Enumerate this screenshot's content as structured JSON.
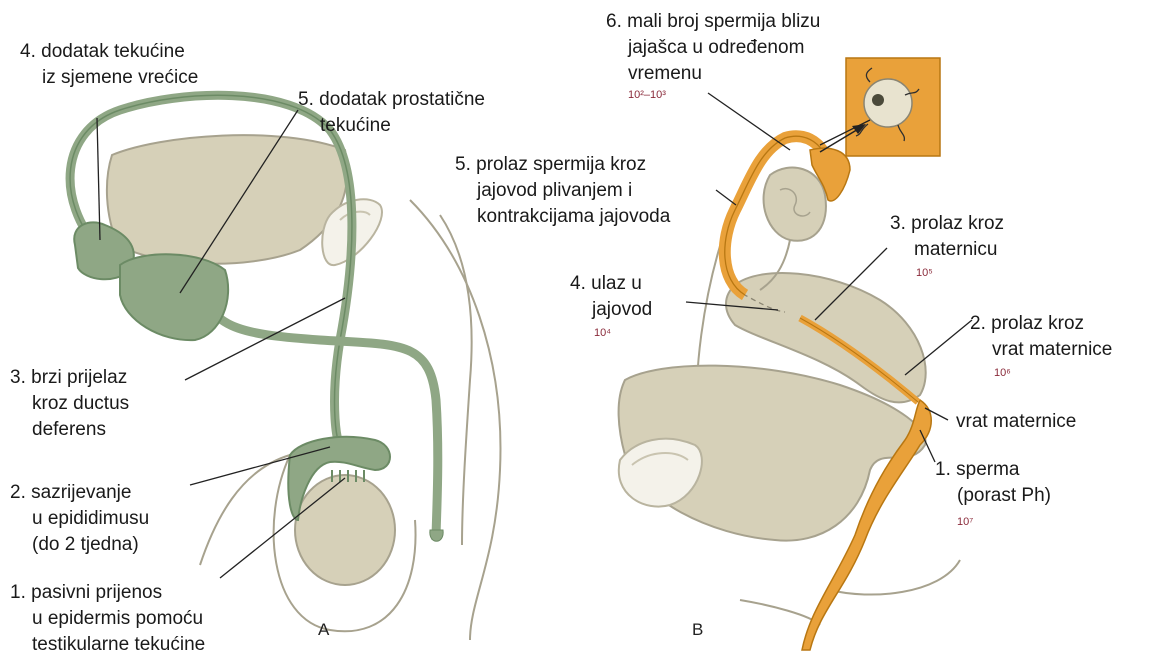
{
  "panels": {
    "left": "A",
    "right": "B"
  },
  "colors": {
    "male_duct": "#8fa785",
    "male_duct_dark": "#6c8b65",
    "tissue": "#d6d0b8",
    "female_duct": "#e9a13a",
    "female_duct_dark": "#b87712",
    "outline": "#a7a28e"
  },
  "labels_a": {
    "step4_line1": "4. dodatak tekućine",
    "step4_line2": "iz sjemene vrećice",
    "step5_line1": "5. dodatak prostatične",
    "step5_line2": "tekućine",
    "step3_line1": "3. brzi prijelaz",
    "step3_line2": "kroz ductus",
    "step3_line3": "deferens",
    "step2_line1": "2. sazrijevanje",
    "step2_line2": "u epididimusu",
    "step2_line3": "(do 2 tjedna)",
    "step1_line1": "1. pasivni prijenos",
    "step1_line2": "u epidermis pomoću",
    "step1_line3": "testikularne tekućine"
  },
  "labels_b": {
    "step6_line1": "6. mali broj spermija blizu",
    "step6_line2": "jajašca u određenom",
    "step6_line3": "vremenu",
    "step6_count": "10²–10³",
    "step5_line1": "5. prolaz spermija kroz",
    "step5_line2": "jajovod plivanjem i",
    "step5_line3": "kontrakcijama jajovoda",
    "step3_line1": "3. prolaz kroz",
    "step3_line2": "maternicu",
    "step3_count": "10⁵",
    "step4_line1": "4. ulaz u",
    "step4_line2": "jajovod",
    "step4_count": "10⁴",
    "step2_line1": "2. prolaz kroz",
    "step2_line2": "vrat maternice",
    "step2_count": "10⁶",
    "cervix": "vrat maternice",
    "step1_line1": "1. sperma",
    "step1_line2": "(porast Ph)",
    "step1_count": "10⁷"
  }
}
